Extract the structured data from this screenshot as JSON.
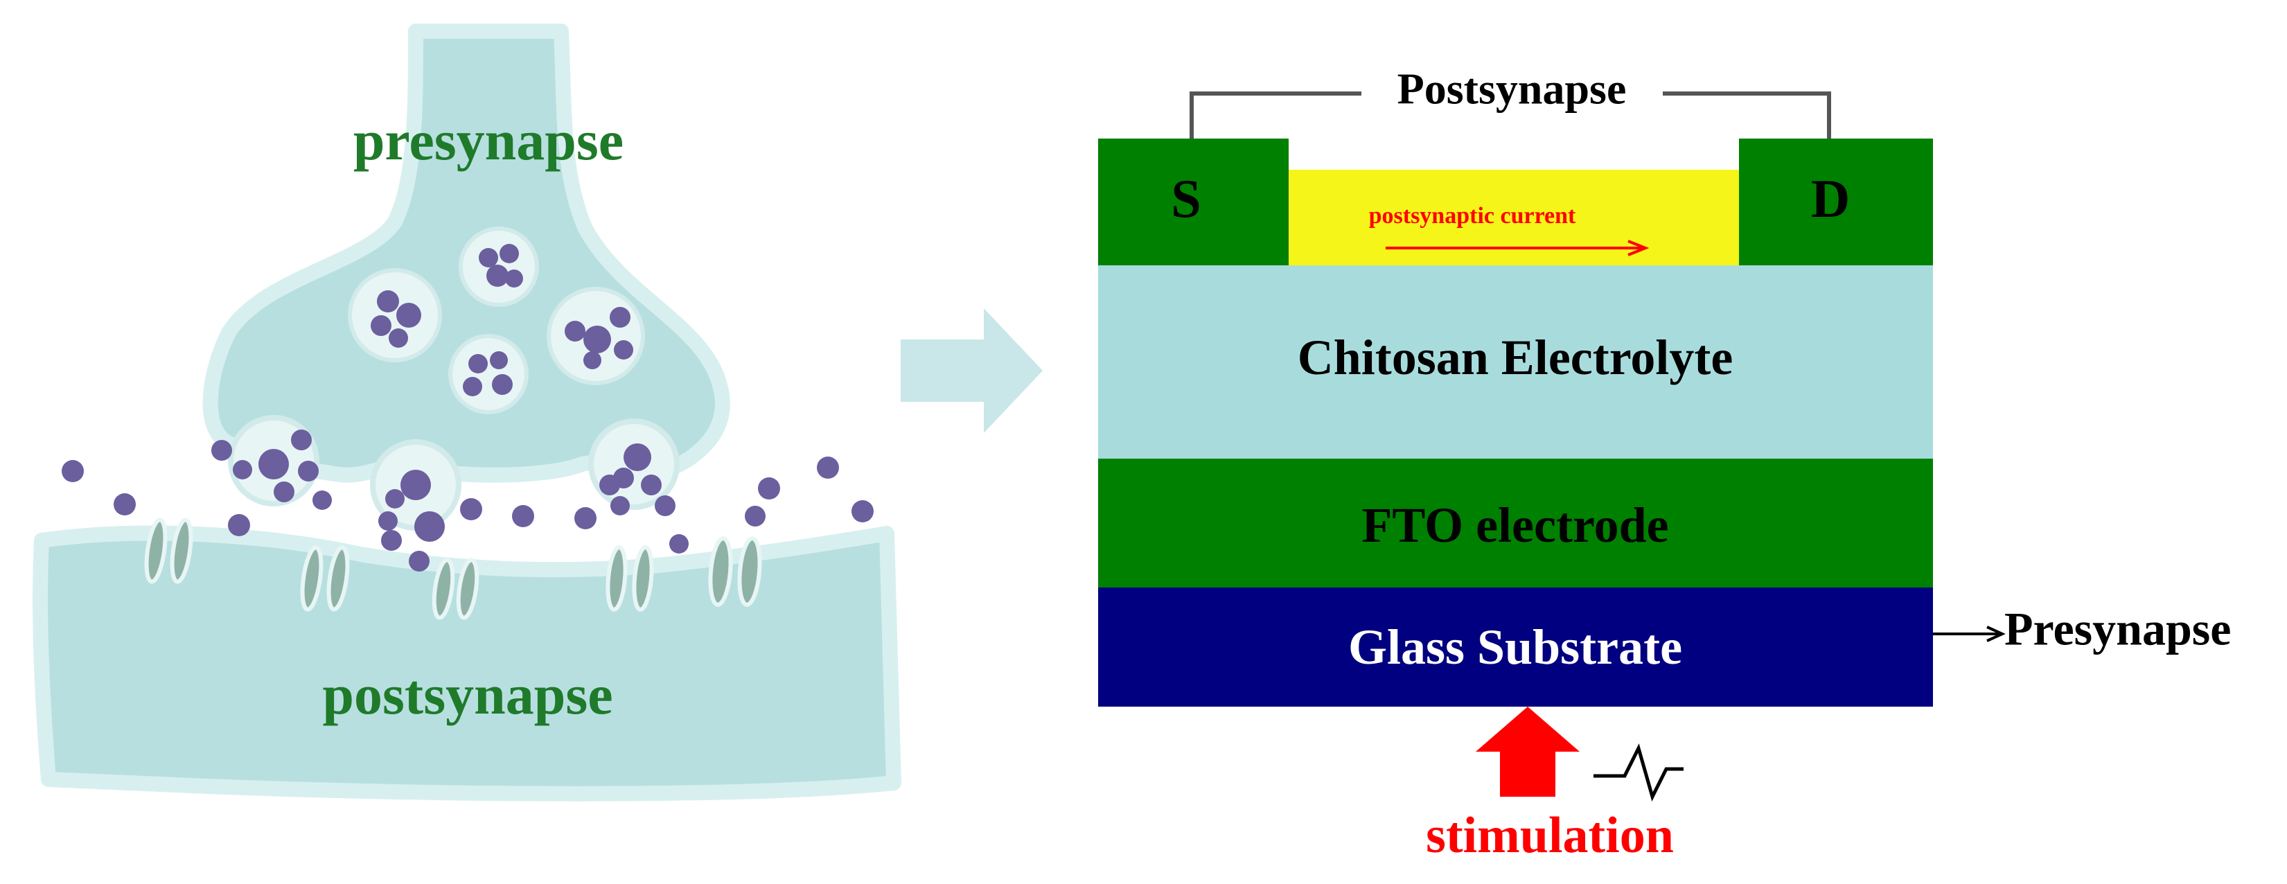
{
  "biology": {
    "presynapse_label": "presynapse",
    "postsynapse_label": "postsynapse",
    "label_color": "#1f7a2a",
    "cell_fill": "#b7dfe0",
    "cell_outline": "#d8eff0",
    "vesicle_color": "#6b5f9e",
    "channel_color": "#8fb2a6"
  },
  "transition": {
    "arrow_color": "#c9e6e8"
  },
  "device": {
    "postsynapse_label": "Postsynapse",
    "source_label": "S",
    "drain_label": "D",
    "channel_label": "postsynaptic current",
    "electrolyte_label": "Chitosan Electrolyte",
    "fto_label": "FTO electrode",
    "glass_label": "Glass Substrate",
    "presynapse_label": "Presynapse",
    "stimulation_label": "stimulation",
    "colors": {
      "electrode_green": "#008000",
      "channel_yellow": "#f5f51a",
      "electrolyte": "#a8dcdc",
      "glass": "#000080",
      "red": "#ff0000"
    }
  }
}
